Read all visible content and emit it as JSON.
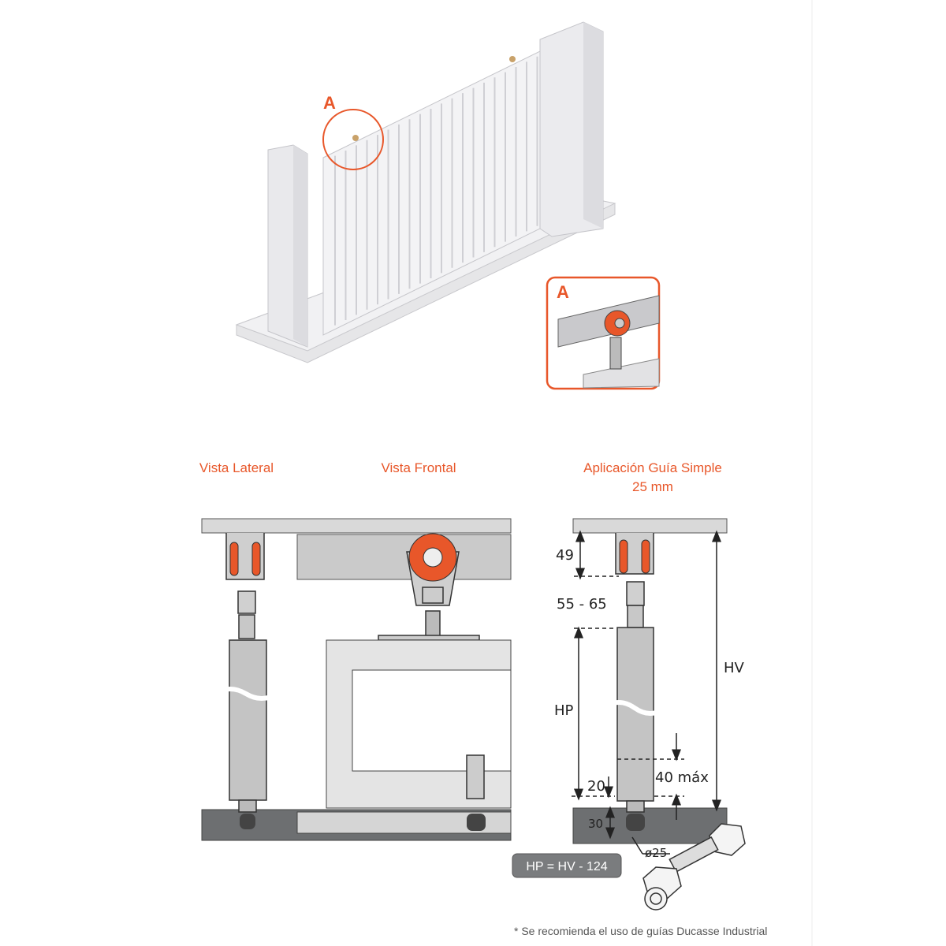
{
  "callout_label": "A",
  "inset_label": "A",
  "views": {
    "lateral": "Vista Lateral",
    "frontal": "Vista Frontal",
    "application_line1": "Aplicación Guía Simple",
    "application_line2": "25 mm"
  },
  "dimensions": {
    "d49": "49",
    "d55_65": "55 - 65",
    "hv": "HV",
    "hp": "HP",
    "d40": "40 máx",
    "d20": "20",
    "d30": "30",
    "diameter": "ø25"
  },
  "formula": "HP = HV - 124",
  "footnote": "* Se recomienda el uso de guías Ducasse Industrial",
  "colors": {
    "accent": "#e8572a",
    "beam": "#d9d9d9",
    "floor": "#6d6f71",
    "part": "#bdbdbd"
  }
}
